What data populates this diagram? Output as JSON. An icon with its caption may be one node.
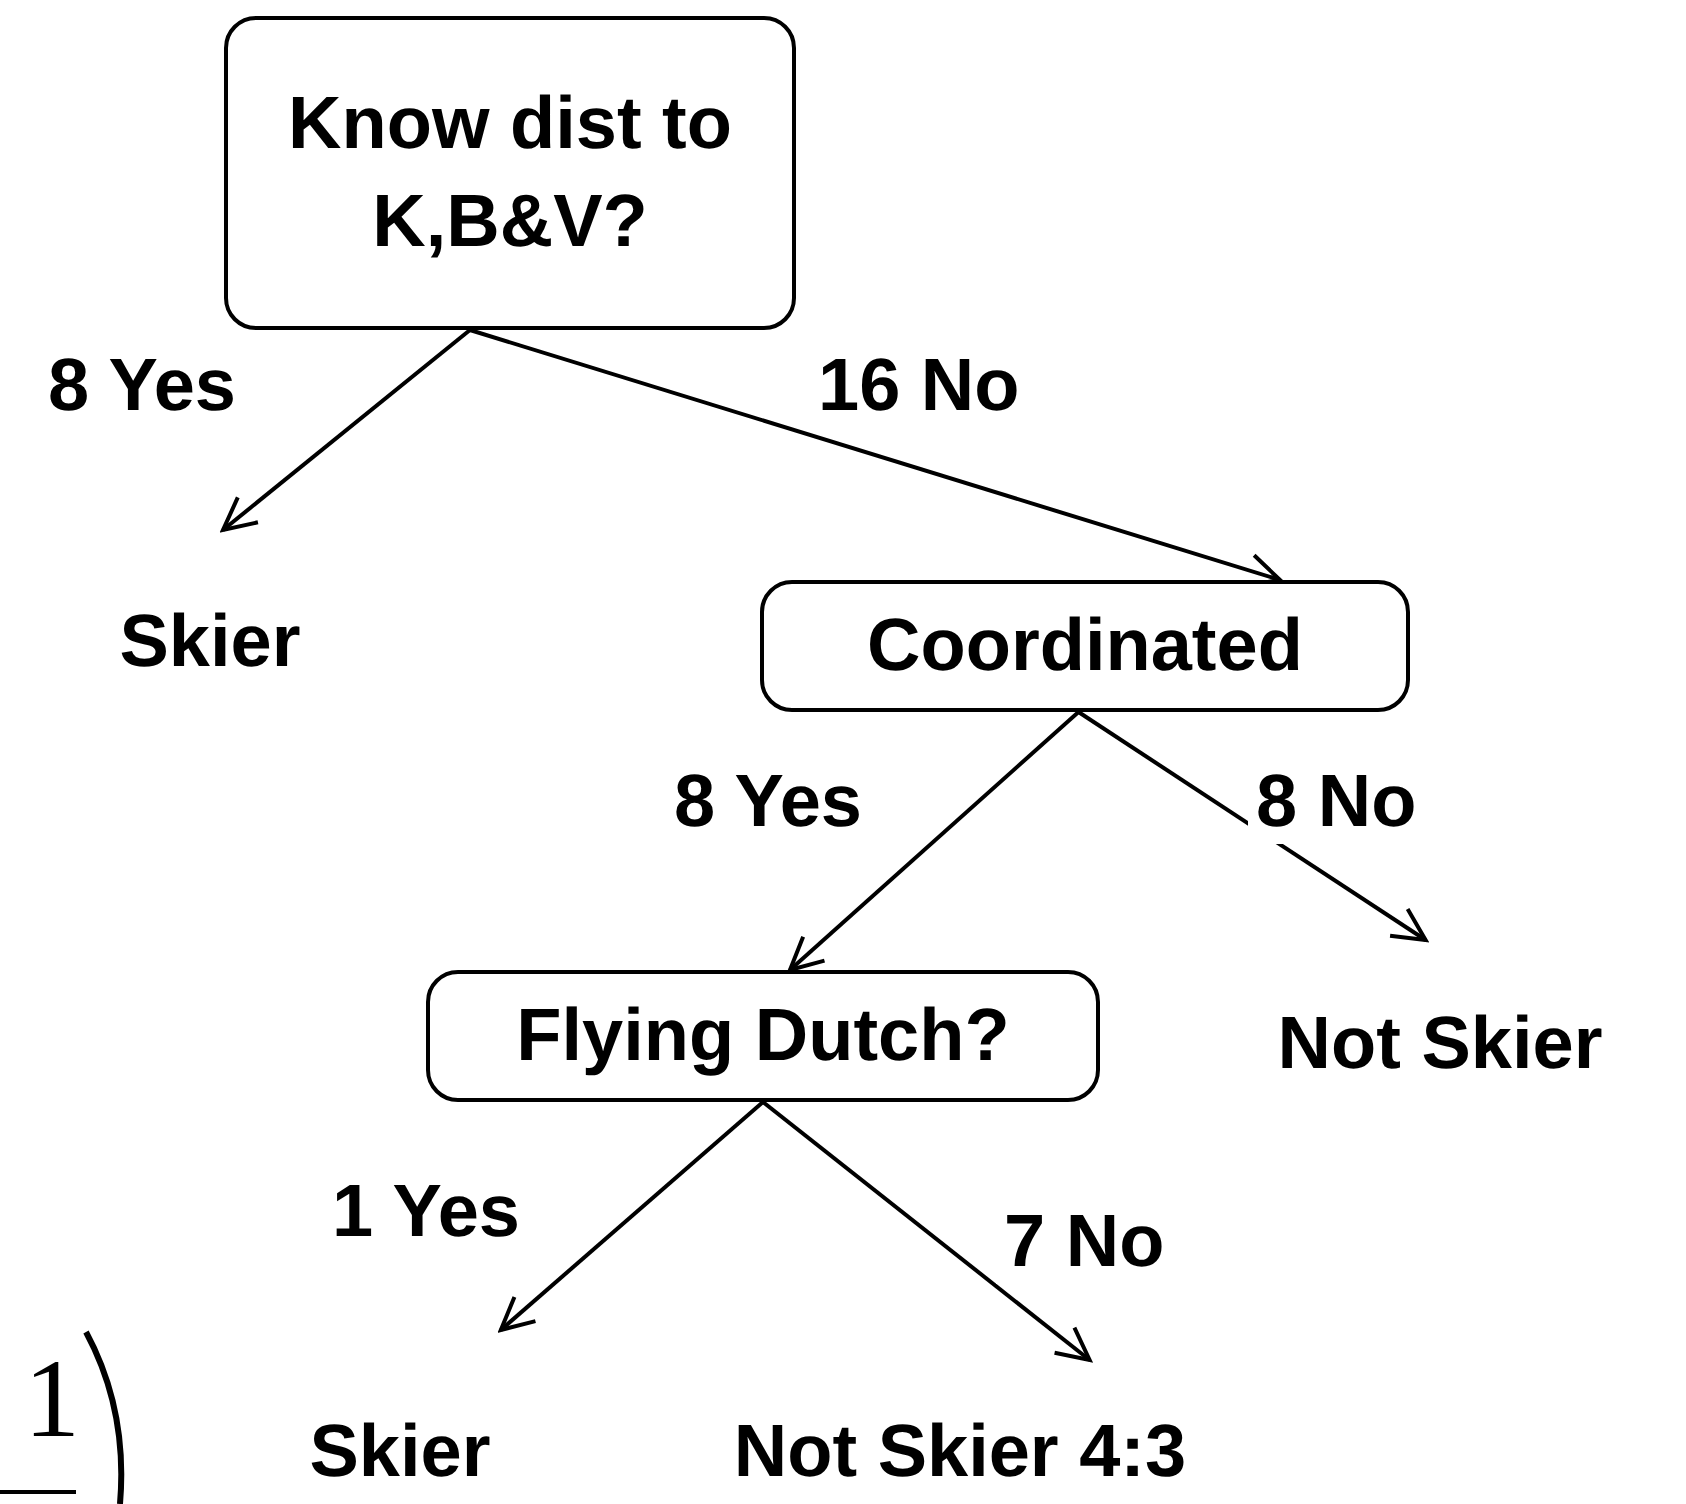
{
  "diagram": {
    "nodes": [
      {
        "text": [
          "Know dist to K,B&V?"
        ]
      },
      {
        "text": [
          "Skier"
        ]
      },
      {
        "text": [
          "Coordinated"
        ]
      },
      {
        "text": [
          "Flying Dutch?"
        ]
      },
      {
        "text": [
          "Not Skier"
        ]
      },
      {
        "text": [
          "Skier"
        ]
      },
      {
        "text": [
          "Not Skier 4:3"
        ]
      }
    ],
    "edges": [
      {
        "from": 0,
        "to": 1,
        "arrow": "to",
        "label": "8 Yes"
      },
      {
        "from": 0,
        "to": 2,
        "arrow": "to",
        "label": "16 No"
      },
      {
        "from": 2,
        "to": 3,
        "arrow": "to",
        "label": "8 Yes"
      },
      {
        "from": 2,
        "to": 4,
        "arrow": "to",
        "label": "8 No"
      },
      {
        "from": 3,
        "to": 5,
        "arrow": "to",
        "label": "1 Yes"
      },
      {
        "from": 3,
        "to": 6,
        "arrow": "to",
        "label": "7 No"
      }
    ],
    "labels": [
      "1"
    ]
  }
}
